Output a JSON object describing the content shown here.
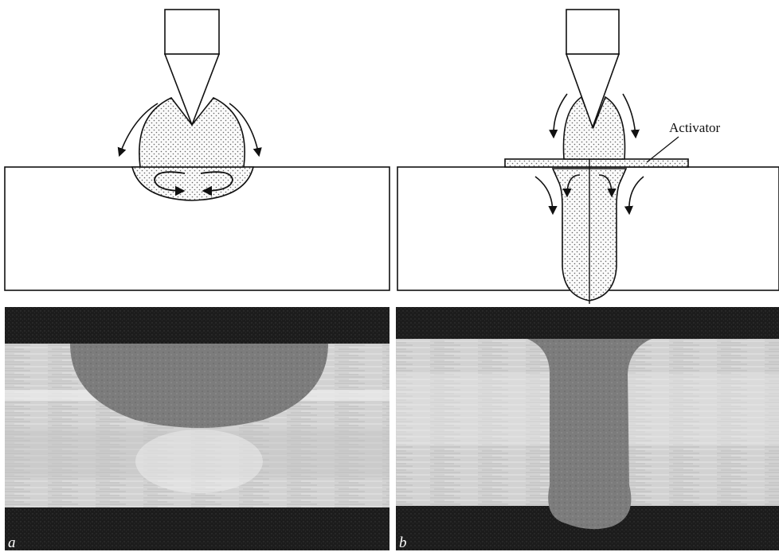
{
  "figure": {
    "callout_label": "Activator",
    "panels": [
      {
        "label": "a"
      },
      {
        "label": "b"
      }
    ]
  },
  "colors": {
    "line": "#1a1a1a",
    "stipple": "#555555",
    "photo_background": "#141414",
    "metal_light": "#d9d9d9",
    "weld_gray": "#7a7a7a"
  }
}
